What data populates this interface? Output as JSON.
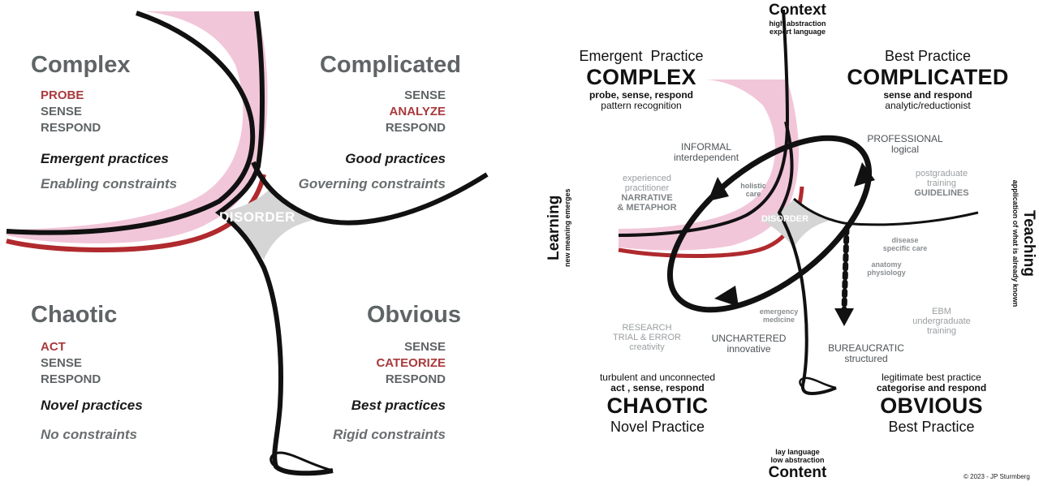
{
  "left": {
    "disorder": "DISORDER",
    "complex": {
      "title": "Complex",
      "steps": [
        "PROBE",
        "SENSE",
        "RESPOND"
      ],
      "practice": "Emergent practices",
      "constraints": "Enabling constraints"
    },
    "complicated": {
      "title": "Complicated",
      "steps": [
        "SENSE",
        "ANALYZE",
        "RESPOND"
      ],
      "practice": "Good practices",
      "constraints": "Governing constraints"
    },
    "chaotic": {
      "title": "Chaotic",
      "steps": [
        "ACT",
        "SENSE",
        "RESPOND"
      ],
      "practice": "Novel practices",
      "constraints": "No constraints"
    },
    "obvious": {
      "title": "Obvious",
      "steps": [
        "SENSE",
        "CATEORIZE",
        "RESPOND"
      ],
      "practice": "Best practices",
      "constraints": "Rigid constraints"
    },
    "colors": {
      "pink": "#f2c6d9",
      "red": "#b02a2e",
      "grey": "#d5d5d5",
      "title": "#5f6466",
      "accent": "#a93a3d"
    }
  },
  "right": {
    "context": {
      "title": "Context",
      "line1": "high abstraction",
      "line2": "expert language"
    },
    "content": {
      "title": "Content",
      "line1": "lay language",
      "line2": "low abstraction"
    },
    "learning": {
      "title": "Learning",
      "sub": "new meaning emerges"
    },
    "teaching": {
      "title": "Teaching",
      "sub": "application of what is already known"
    },
    "complex": {
      "heading": "Emergent  Practice",
      "title": "COMPLEX",
      "line1": "probe, sense, respond",
      "line2": "pattern recognition"
    },
    "complicated": {
      "heading": "Best Practice",
      "title": "COMPLICATED",
      "line1": "sense and respond",
      "line2": "analytic/reductionist"
    },
    "chaotic": {
      "line1": "turbulent and unconnected",
      "line2": "act , sense, respond",
      "title": "CHAOTIC",
      "footer": "Novel Practice"
    },
    "obvious": {
      "line1": "legitimate best practice",
      "line2": "categorise and respond",
      "title": "OBVIOUS",
      "footer": "Best Practice"
    },
    "disorder": "DISORDER",
    "cycle": {
      "informal": {
        "title": "INFORMAL",
        "sub": "interdependent"
      },
      "professional": {
        "title": "PROFESSIONAL",
        "sub": "logical"
      },
      "bureaucratic": {
        "title": "BUREAUCRATIC",
        "sub": "structured"
      },
      "unchartered": {
        "title": "UNCHARTERED",
        "sub": "innovative"
      }
    },
    "notes": {
      "experienced": [
        "experienced",
        "practitioner"
      ],
      "narrative": [
        "NARRATIVE",
        "& METAPHOR"
      ],
      "postgraduate": [
        "postgraduate",
        "training"
      ],
      "guidelines": "GUIDELINES",
      "holistic": [
        "holistic",
        "care"
      ],
      "disease": [
        "disease",
        "specific care"
      ],
      "anatomy": [
        "anatomy",
        "physiology"
      ],
      "emergency": [
        "emergency",
        "medicine"
      ],
      "research": [
        "RESEARCH",
        "TRIAL & ERROR"
      ],
      "creativity": "creativity",
      "ebm": [
        "EBM",
        "undergraduate",
        "training"
      ]
    },
    "copyright": "© 2023 - JP Sturmberg"
  }
}
